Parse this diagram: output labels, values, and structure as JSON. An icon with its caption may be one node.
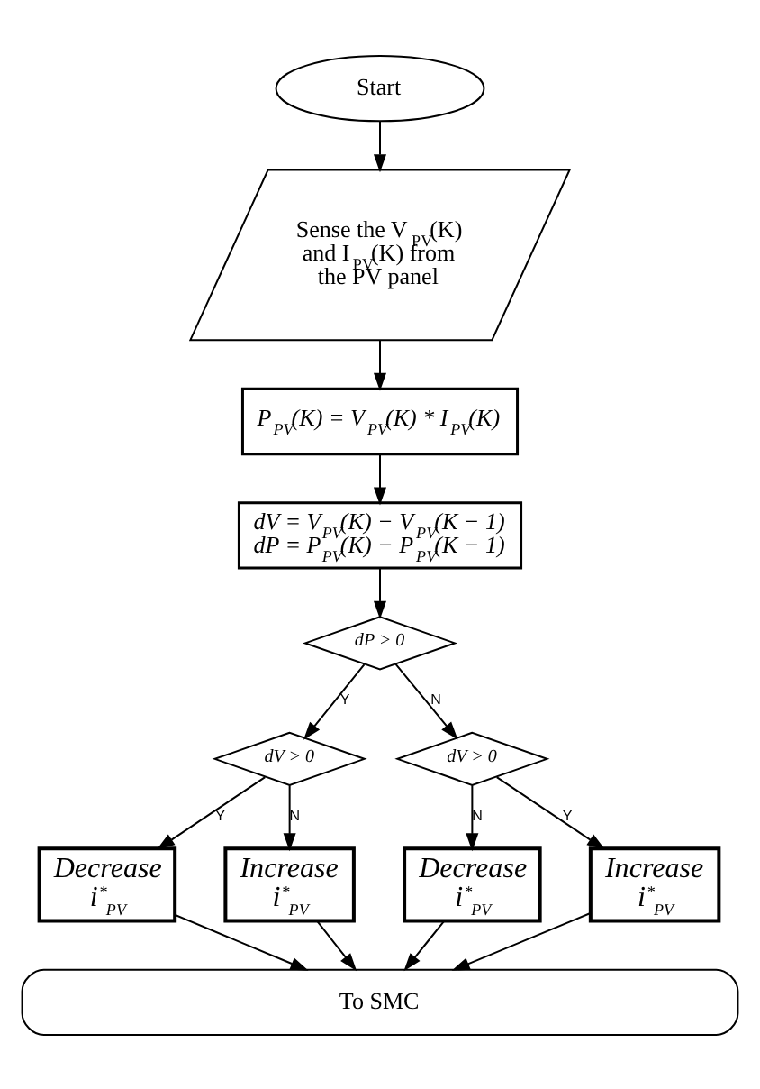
{
  "diagram": {
    "nodes": [
      {
        "text": [
          "Start"
        ]
      },
      {
        "text": [
          "Sense the V$_{PV}$(K) and I$_{PV}$(K) from the PV panel"
        ]
      },
      {
        "text": [
          "P$_{PV}$(K) = V$_{PV}$(K) * I$_{PV}$(K)"
        ]
      },
      {
        "text": [
          "dV = V$_{PV}$(K) − V$_{PV}$(K − 1)",
          "dP = P$_{PV}$(K) − P$_{PV}$(K − 1)"
        ]
      },
      {
        "text": [
          "dP > 0"
        ]
      },
      {
        "text": [
          "dV > 0"
        ]
      },
      {
        "text": [
          "dV > 0"
        ]
      },
      {
        "text": [
          "Decrease i$^{*}$$_{PV}$"
        ]
      },
      {
        "text": [
          "Increase i$^{*}$$_{PV}$"
        ]
      },
      {
        "text": [
          "Decrease i$^{*}$$_{PV}$"
        ]
      },
      {
        "text": [
          "Increase i$^{*}$$_{PV}$"
        ]
      },
      {
        "text": [
          "To SMC"
        ]
      }
    ],
    "edges": [
      {
        "from": 0,
        "to": 1,
        "arrow": "to"
      },
      {
        "from": 1,
        "to": 2,
        "arrow": "to"
      },
      {
        "from": 2,
        "to": 3,
        "arrow": "to"
      },
      {
        "from": 3,
        "to": 4,
        "arrow": "to"
      },
      {
        "from": 4,
        "to": 5,
        "arrow": "to",
        "label": "Y"
      },
      {
        "from": 4,
        "to": 6,
        "arrow": "to",
        "label": "N"
      },
      {
        "from": 5,
        "to": 7,
        "arrow": "to",
        "label": "Y"
      },
      {
        "from": 5,
        "to": 8,
        "arrow": "to",
        "label": "N"
      },
      {
        "from": 6,
        "to": 9,
        "arrow": "to",
        "label": "N"
      },
      {
        "from": 6,
        "to": 10,
        "arrow": "to",
        "label": "Y"
      },
      {
        "from": 7,
        "to": 11,
        "arrow": "to"
      },
      {
        "from": 8,
        "to": 11,
        "arrow": "to"
      },
      {
        "from": 9,
        "to": 11,
        "arrow": "to"
      },
      {
        "from": 10,
        "to": 11,
        "arrow": "to"
      }
    ]
  }
}
